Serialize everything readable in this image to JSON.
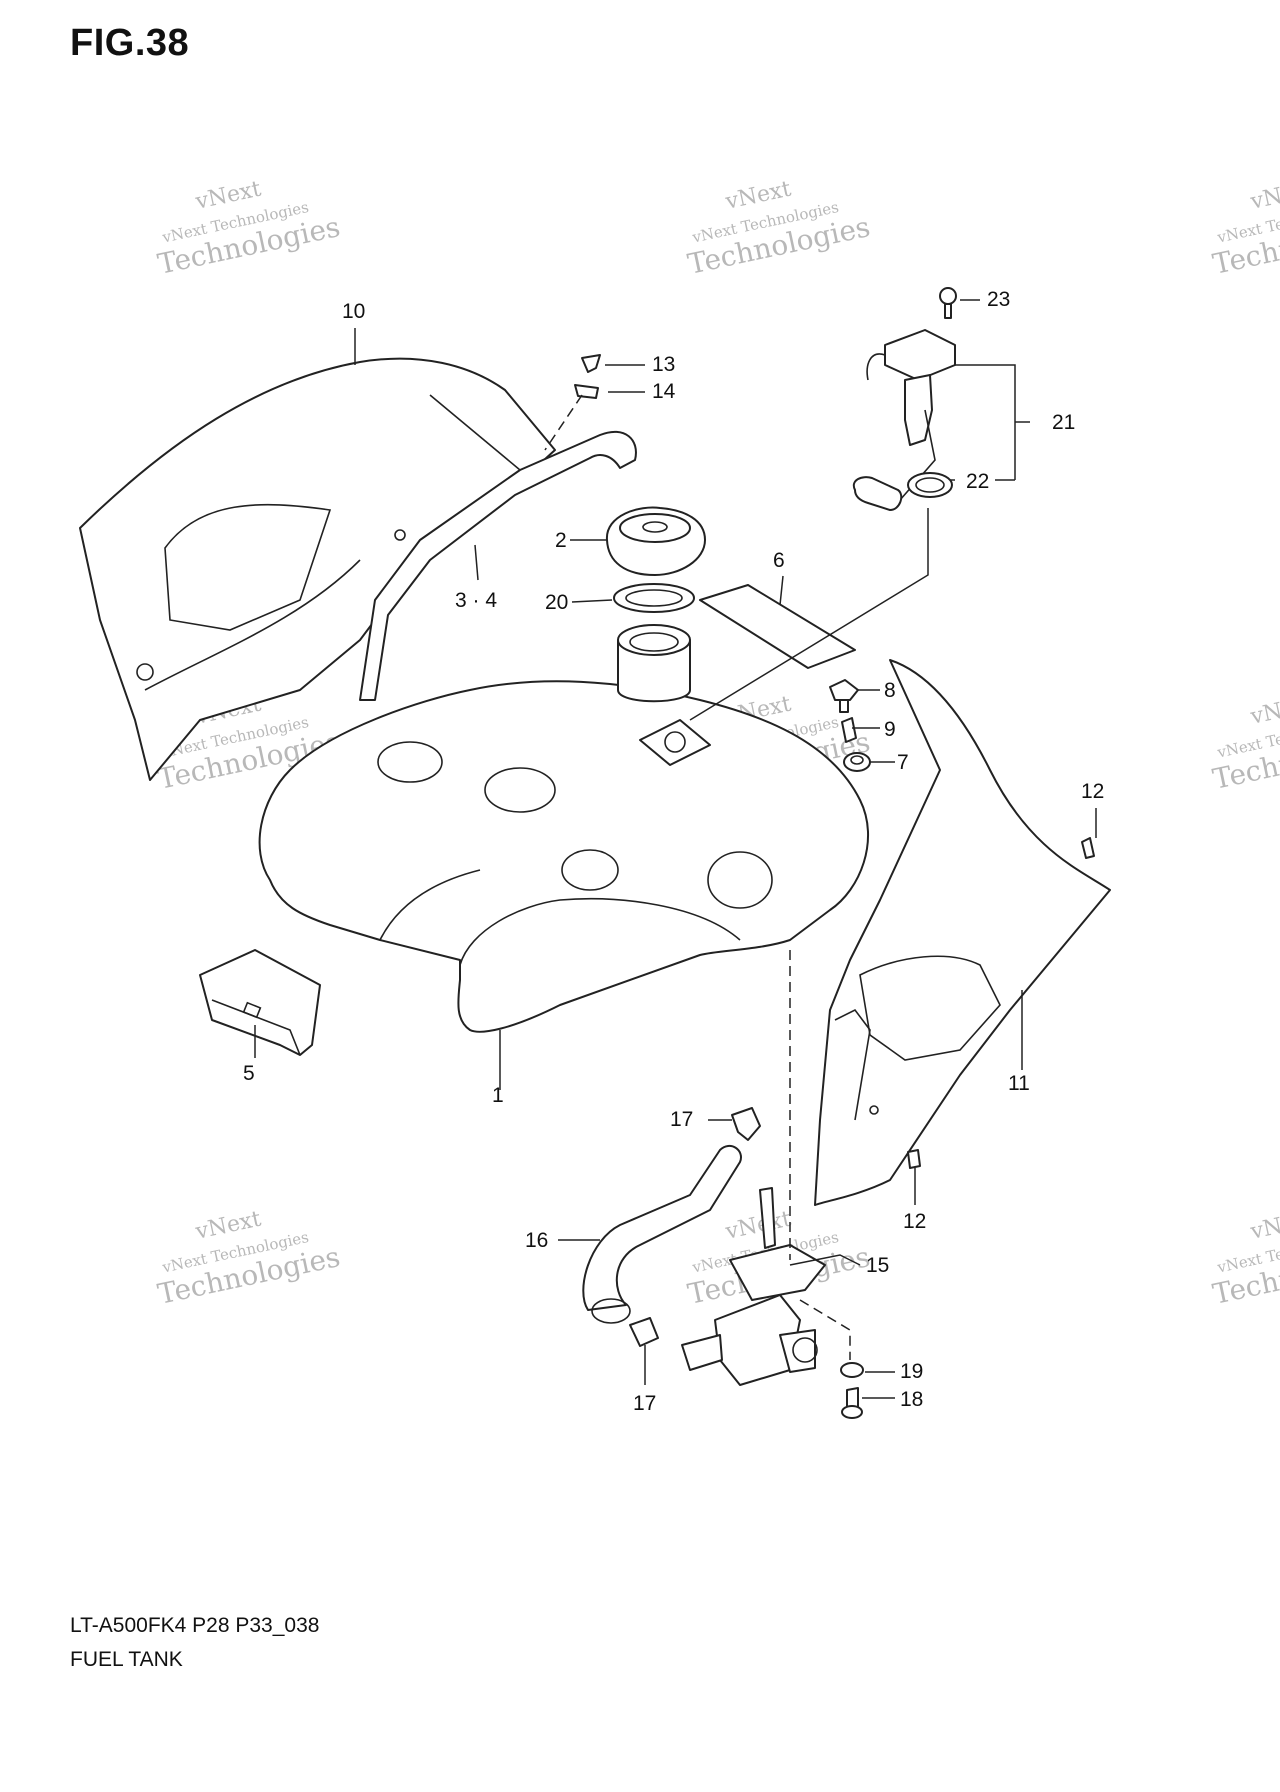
{
  "figure": {
    "title": "FIG.38"
  },
  "footer": {
    "model_code": "LT-A500FK4 P28 P33_038",
    "section_name": "FUEL TANK"
  },
  "watermark": {
    "line1": "vNext",
    "line2": "vNext Technologies",
    "line3": "Technologies"
  },
  "callouts": {
    "c1": "1",
    "c2": "2",
    "c34": "3 · 4",
    "c5": "5",
    "c6": "6",
    "c7": "7",
    "c8": "8",
    "c9": "9",
    "c10": "10",
    "c11": "11",
    "c12a": "12",
    "c12b": "12",
    "c13": "13",
    "c14": "14",
    "c15": "15",
    "c16": "16",
    "c17a": "17",
    "c17b": "17",
    "c18": "18",
    "c19": "19",
    "c20": "20",
    "c21": "21",
    "c22": "22",
    "c23": "23"
  }
}
